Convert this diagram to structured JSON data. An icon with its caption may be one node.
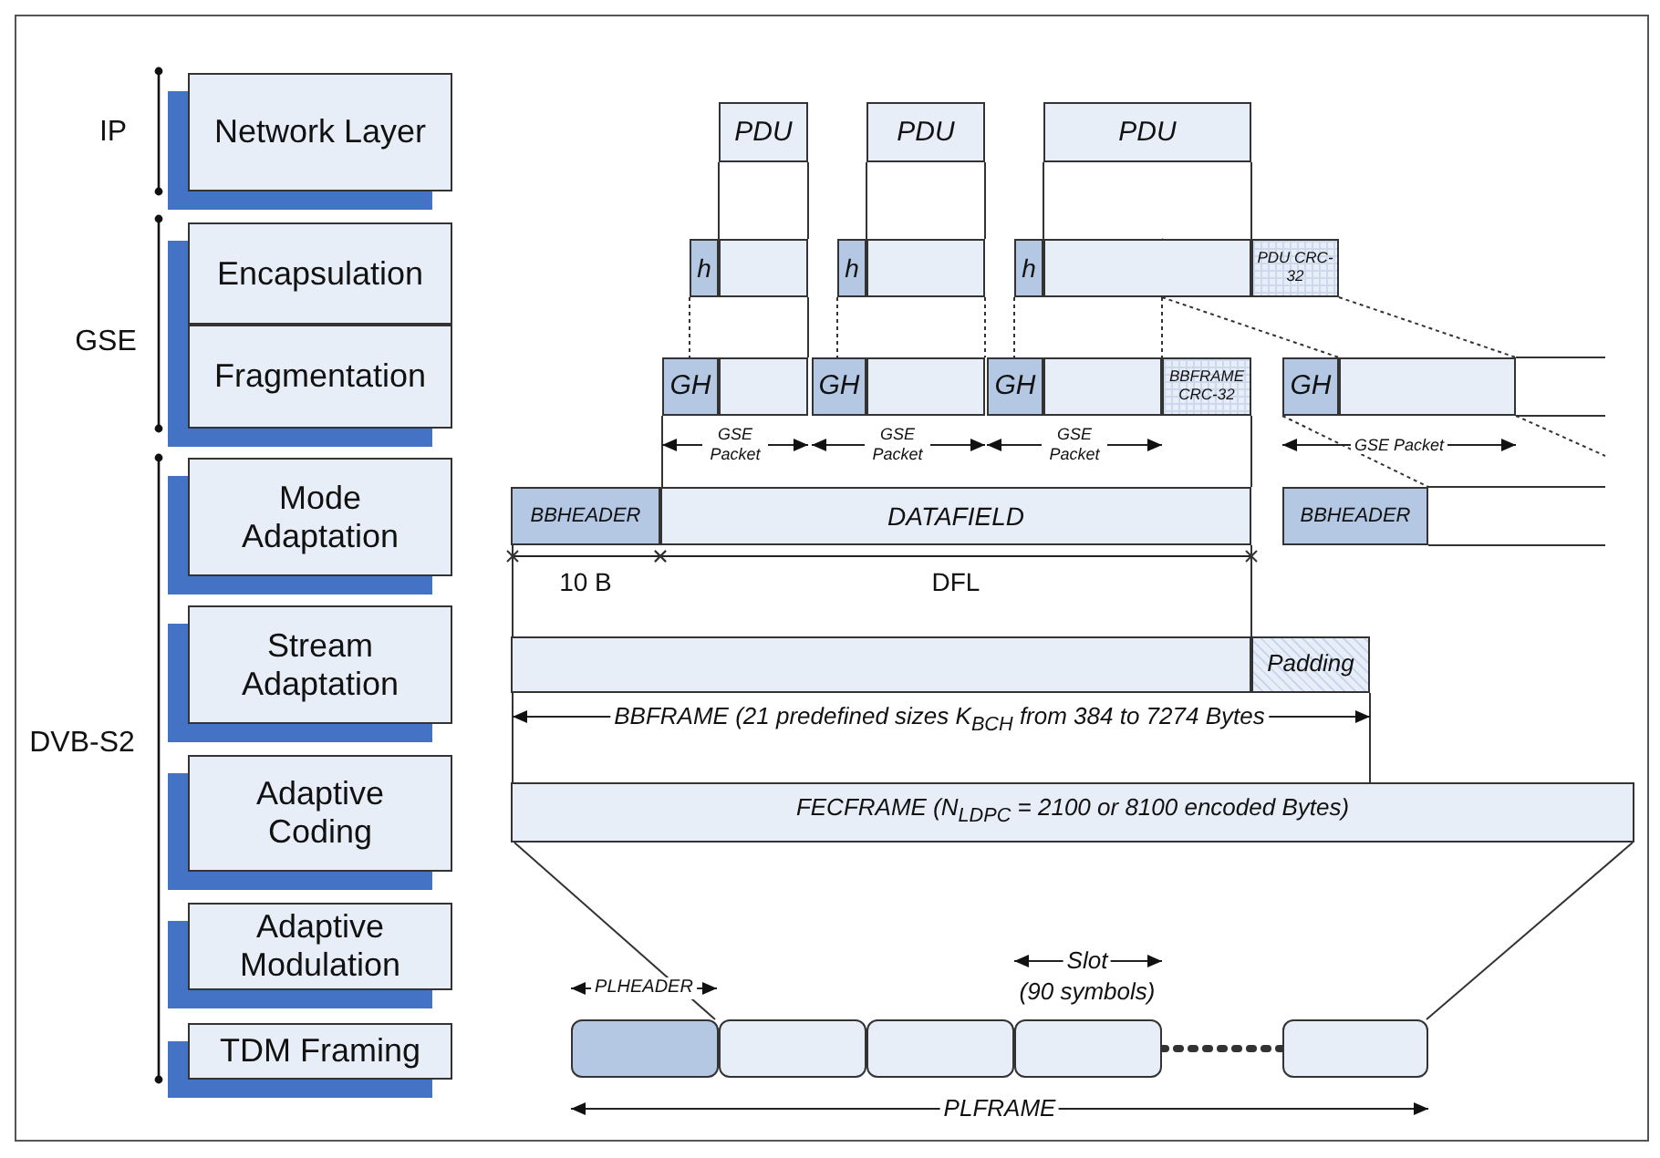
{
  "diagram": {
    "nodes": [
      {
        "text": [
          "Network Layer"
        ]
      },
      {
        "text": [
          "Encapsulation"
        ]
      },
      {
        "text": [
          "Fragmentation"
        ]
      },
      {
        "text": [
          "Mode Adaptation"
        ]
      },
      {
        "text": [
          "Stream Adaptation"
        ]
      },
      {
        "text": [
          "Adaptive Coding"
        ]
      },
      {
        "text": [
          "Adaptive Modulation"
        ]
      },
      {
        "text": [
          "TDM Framing"
        ]
      },
      {
        "text": [
          "PDU"
        ]
      },
      {
        "text": [
          "PDU"
        ]
      },
      {
        "text": [
          "PDU"
        ]
      },
      {
        "text": [
          "h"
        ]
      },
      {
        "text": [],
        "shape": "box"
      },
      {
        "text": [
          "h"
        ]
      },
      {
        "text": [],
        "shape": "box"
      },
      {
        "text": [
          "h"
        ]
      },
      {
        "text": [],
        "shape": "box"
      },
      {
        "text": [
          "PDU CRC-32"
        ]
      },
      {
        "text": [
          "GH"
        ]
      },
      {
        "text": [],
        "shape": "box"
      },
      {
        "text": [
          "GH"
        ]
      },
      {
        "text": [],
        "shape": "box"
      },
      {
        "text": [
          "GH"
        ]
      },
      {
        "text": [],
        "shape": "box"
      },
      {
        "text": [
          "BBFRAME CRC-32"
        ]
      },
      {
        "text": [
          "GH"
        ]
      },
      {
        "text": [],
        "shape": "box"
      },
      {
        "text": [
          "BBHEADER"
        ]
      },
      {
        "text": [
          "DATAFIELD"
        ]
      },
      {
        "text": [
          "BBHEADER"
        ]
      },
      {
        "text": [],
        "shape": "box"
      },
      {
        "text": [
          "Padding"
        ]
      },
      {
        "text": [
          "FECFRAME (N$_{LDPC}$ = 2100 or 8100 encoded Bytes)"
        ]
      },
      {
        "text": [],
        "shape": "box"
      },
      {
        "text": [],
        "shape": "box"
      },
      {
        "text": [],
        "shape": "box"
      },
      {
        "text": [],
        "shape": "box"
      },
      {
        "text": [],
        "shape": "box"
      }
    ],
    "edges": [
      {
        "from": 8,
        "to": 12,
        "arrow": "none"
      },
      {
        "from": 8,
        "to": 12,
        "arrow": "none"
      },
      {
        "from": 9,
        "to": 14,
        "arrow": "none"
      },
      {
        "from": 9,
        "to": 14,
        "arrow": "none"
      },
      {
        "from": 10,
        "to": 16,
        "arrow": "none"
      },
      {
        "from": 10,
        "to": 16,
        "arrow": "none"
      },
      {
        "from": 11,
        "to": 18,
        "arrow": "none",
        "style": "dashed"
      },
      {
        "from": 12,
        "to": 19,
        "arrow": "none"
      },
      {
        "from": 13,
        "to": 20,
        "arrow": "none",
        "style": "dashed"
      },
      {
        "from": 14,
        "to": 21,
        "arrow": "none",
        "style": "dashed"
      },
      {
        "from": 15,
        "to": 22,
        "arrow": "none",
        "style": "dashed"
      },
      {
        "from": 16,
        "to": 24,
        "arrow": "none",
        "style": "dashed"
      },
      {
        "from": 16,
        "to": 26,
        "arrow": "none",
        "style": "dashed"
      },
      {
        "from": 17,
        "to": 26,
        "arrow": "none",
        "style": "dashed"
      },
      {
        "from": 18,
        "to": 28,
        "arrow": "none"
      },
      {
        "from": 24,
        "to": 28,
        "arrow": "none"
      },
      {
        "from": 25,
        "to": 29,
        "arrow": "none",
        "style": "dashed"
      },
      {
        "from": 26,
        "to": null,
        "arrow": "none",
        "style": "dashed"
      },
      {
        "from": 27,
        "to": 30,
        "arrow": "none"
      },
      {
        "from": 28,
        "to": 31,
        "arrow": "none"
      },
      {
        "from": 30,
        "to": 32,
        "arrow": "none"
      },
      {
        "from": 31,
        "to": 32,
        "arrow": "none"
      },
      {
        "from": 32,
        "to": 33,
        "arrow": "none"
      },
      {
        "from": 32,
        "to": 37,
        "arrow": "none"
      },
      {
        "from": 36,
        "to": 37,
        "arrow": "none",
        "style": "dashed"
      }
    ],
    "labels": [
      "IP",
      "GSE",
      "DVB-S2",
      "GSE Packet",
      "GSE Packet",
      "GSE Packet",
      "GSE Packet",
      "10 B",
      "DFL",
      "BBFRAME (21 predefined sizes K$_{BCH}$ from 384 to 7274 Bytes",
      "PLHEADER",
      "Slot",
      "(90 symbols)",
      "PLFRAME"
    ]
  }
}
